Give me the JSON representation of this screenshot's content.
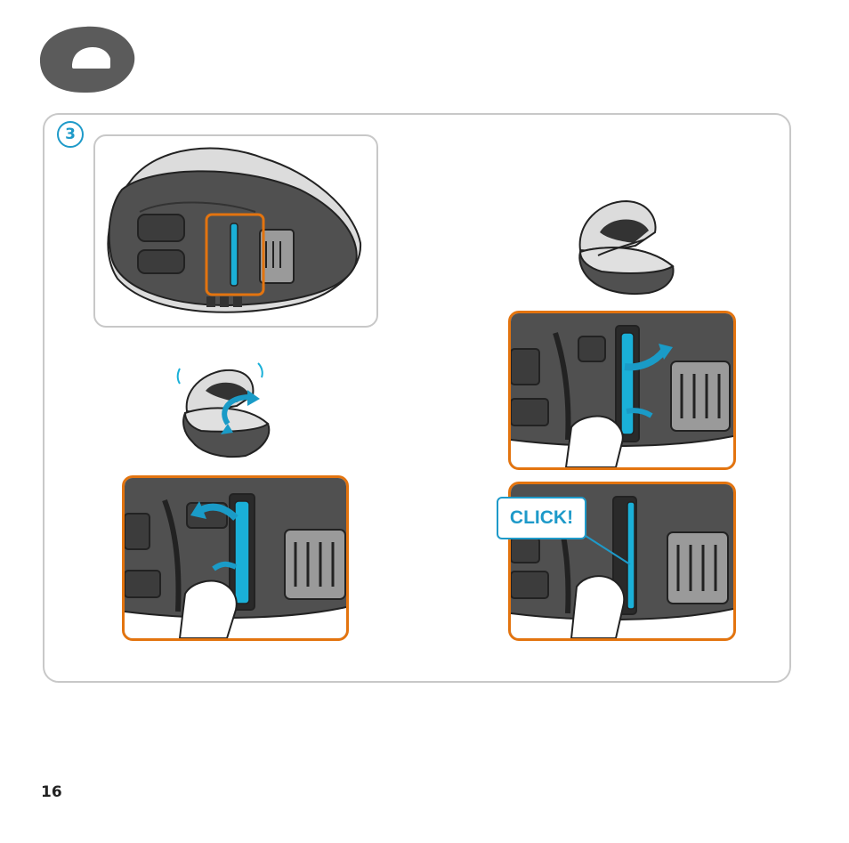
{
  "page": {
    "number": "16"
  },
  "header": {
    "badge_icon": "carrycot-symbol-icon"
  },
  "step": {
    "number": "3"
  },
  "illustration": {
    "click_label": "CLICK!",
    "colors": {
      "shell_dark": "#505050",
      "shell_light": "#dcdcdc",
      "highlight_blue": "#1ab0d8",
      "frame_orange": "#e3740f",
      "accent_blue": "#1e9ac9",
      "badge_gray": "#5b5b5b"
    }
  }
}
